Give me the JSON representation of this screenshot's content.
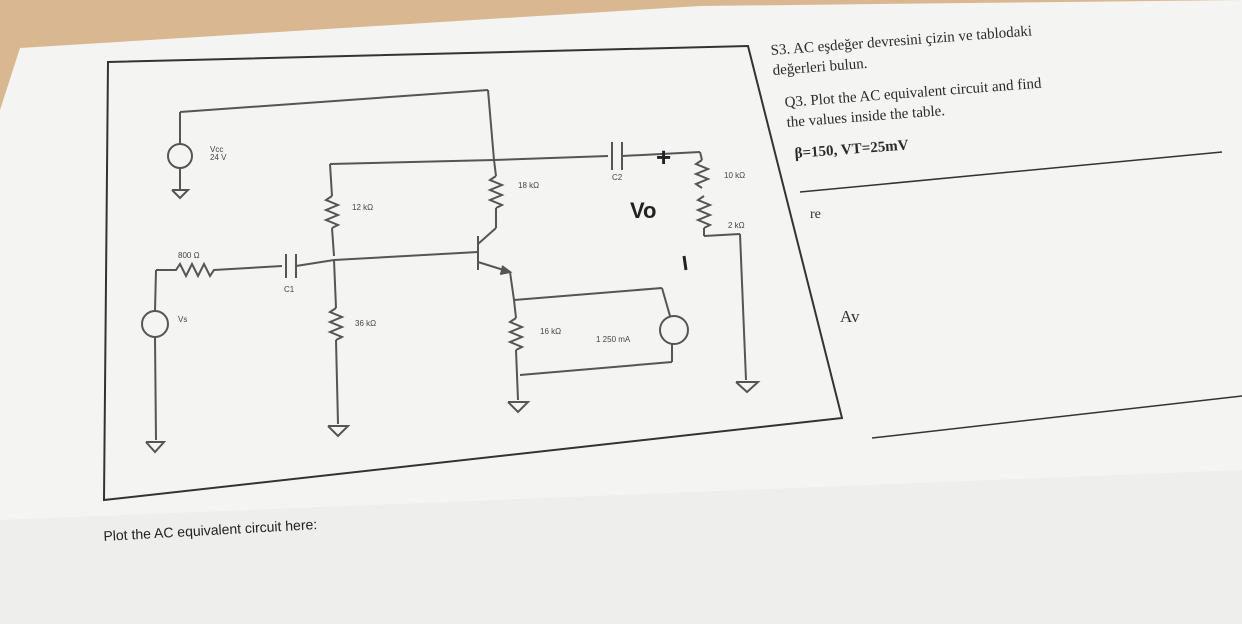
{
  "question": {
    "tr_line1": "S3. AC eşdeğer devresini çizin ve tablodaki",
    "tr_line2": "değerleri bulun.",
    "en_line1": "Q3. Plot the AC equivalent circuit and find",
    "en_line2": "the values inside the table.",
    "params": "β=150, VT=25mV"
  },
  "table": {
    "row1_label": "re",
    "row2_label": "Av"
  },
  "circuit": {
    "vcc_label": "Vcc",
    "vcc_value": "24 V",
    "rs_label": "800 Ω",
    "vs_label": "Vs",
    "c1_label": "C1",
    "r1_label": "12 kΩ",
    "r2_label": "36 kΩ",
    "rc_label": "18 kΩ",
    "re_label": "16 kΩ",
    "current_label": "1 250 mA",
    "c2_label": "C2",
    "vo_label": "Vo",
    "plus_sign": "+",
    "minus_sign": "−",
    "r_top_label": "10 kΩ",
    "r_bot_label": "2 kΩ"
  },
  "bottom_caption": "Plot the AC equivalent circuit here:"
}
